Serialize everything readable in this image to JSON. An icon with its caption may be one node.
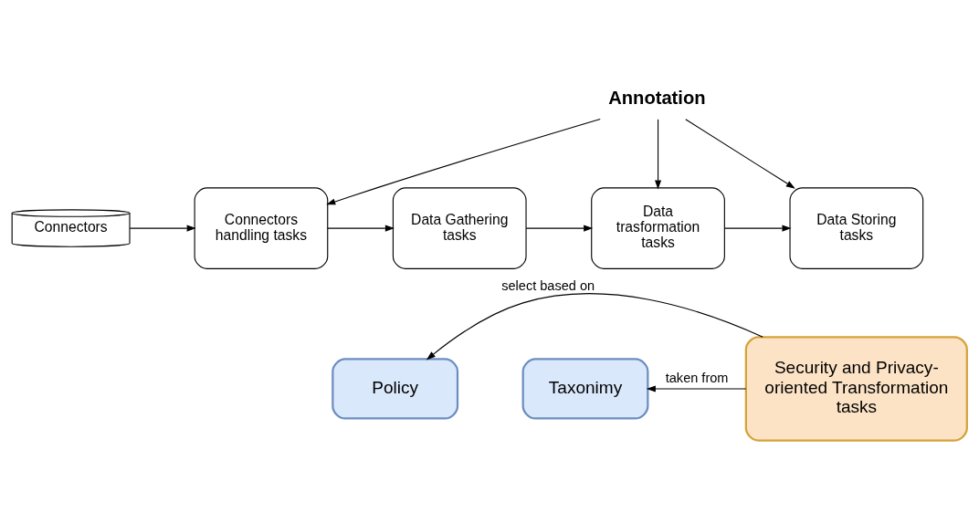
{
  "diagram": {
    "nodes": [
      {
        "text": [
          "Annotation"
        ]
      },
      {
        "text": [
          "Connectors"
        ]
      },
      {
        "text": [
          "Connectors handling tasks"
        ]
      },
      {
        "text": [
          "Data Gathering tasks"
        ]
      },
      {
        "text": [
          "Data trasformation tasks"
        ]
      },
      {
        "text": [
          "Data Storing tasks"
        ]
      },
      {
        "text": [
          "Security and Privacy-oriented Transformation tasks"
        ]
      },
      {
        "text": [
          "Taxonimy"
        ]
      },
      {
        "text": [
          "Policy"
        ]
      }
    ],
    "edges": [
      {
        "from": 0,
        "to": 2,
        "arrow": "to"
      },
      {
        "from": 0,
        "to": 4,
        "arrow": "to"
      },
      {
        "from": 0,
        "to": 5,
        "arrow": "to"
      },
      {
        "from": 1,
        "to": 2,
        "arrow": "to"
      },
      {
        "from": 2,
        "to": 3,
        "arrow": "to"
      },
      {
        "from": 3,
        "to": 4,
        "arrow": "to"
      },
      {
        "from": 4,
        "to": 5,
        "arrow": "to"
      },
      {
        "from": 6,
        "to": 7,
        "label": "taken from",
        "arrow": "to"
      },
      {
        "from": 6,
        "to": 8,
        "label": "select based on",
        "arrow": "to"
      }
    ]
  }
}
